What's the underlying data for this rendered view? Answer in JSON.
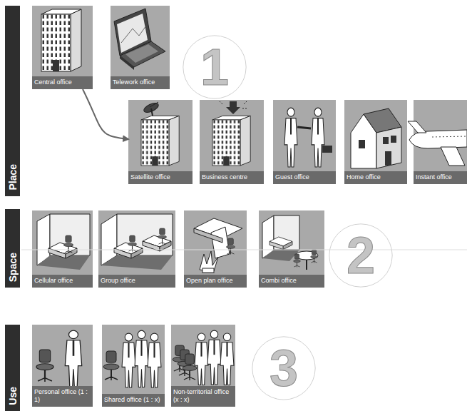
{
  "diagram": {
    "nodes": [
      {
        "text": [
          "Place"
        ]
      },
      {
        "text": [
          "Central office"
        ]
      },
      {
        "text": [
          "Telework office"
        ]
      },
      {
        "text": [
          "1"
        ]
      },
      {
        "text": [
          "Satellite office"
        ]
      },
      {
        "text": [
          "Business centre"
        ]
      },
      {
        "text": [
          "Guest office"
        ]
      },
      {
        "text": [
          "Home office"
        ]
      },
      {
        "text": [
          "Instant office"
        ]
      },
      {
        "text": [
          "Space"
        ]
      },
      {
        "text": [
          "Cellular office"
        ]
      },
      {
        "text": [
          "Group office"
        ]
      },
      {
        "text": [
          "Open plan office"
        ]
      },
      {
        "text": [
          "Combi office"
        ]
      },
      {
        "text": [
          "2"
        ]
      },
      {
        "text": [
          "Use"
        ]
      },
      {
        "text": [
          "Personal office (1 : 1)"
        ]
      },
      {
        "text": [
          "Shared office (1 : x)"
        ]
      },
      {
        "text": [
          "Non-territorial office (x : x)"
        ]
      },
      {
        "text": [
          "3"
        ]
      }
    ],
    "edges": [
      {
        "from": 1,
        "to": 4,
        "arrow": "to"
      }
    ]
  }
}
